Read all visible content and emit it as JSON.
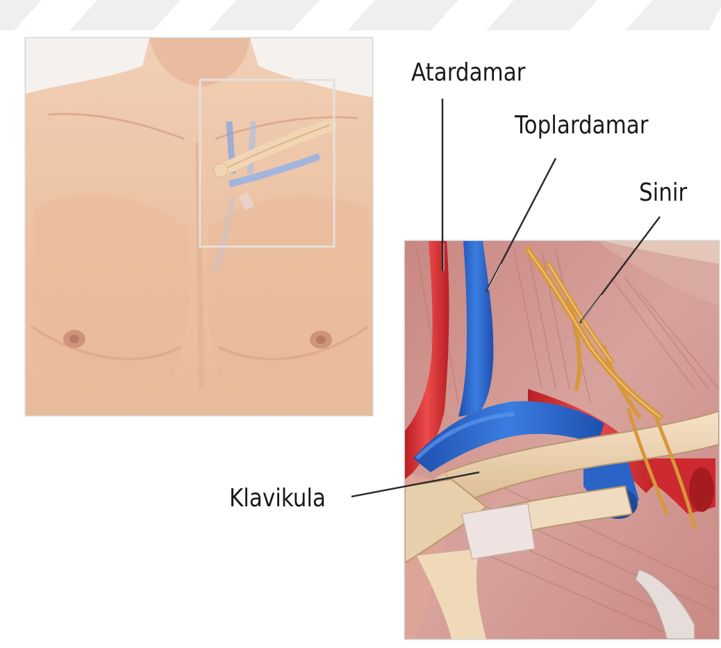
{
  "labels": {
    "artery": "Atardamar",
    "vein": "Toplardamar",
    "nerve": "Sinir",
    "clavicle": "Klavikula"
  },
  "colors": {
    "skin": "#ecc3a5",
    "muscle": "#d39b95",
    "artery": "#d92a2f",
    "vein": "#2563c9",
    "nerve": "#d69a35",
    "bone": "#ecd3b0",
    "leader_line": "#2b2b2b",
    "frame": "#d2d2d2",
    "watermark": "#eeeeee"
  },
  "icons": {
    "torso": "torso-illustration-icon",
    "inset": "clavicle-anatomy-inset-icon"
  }
}
